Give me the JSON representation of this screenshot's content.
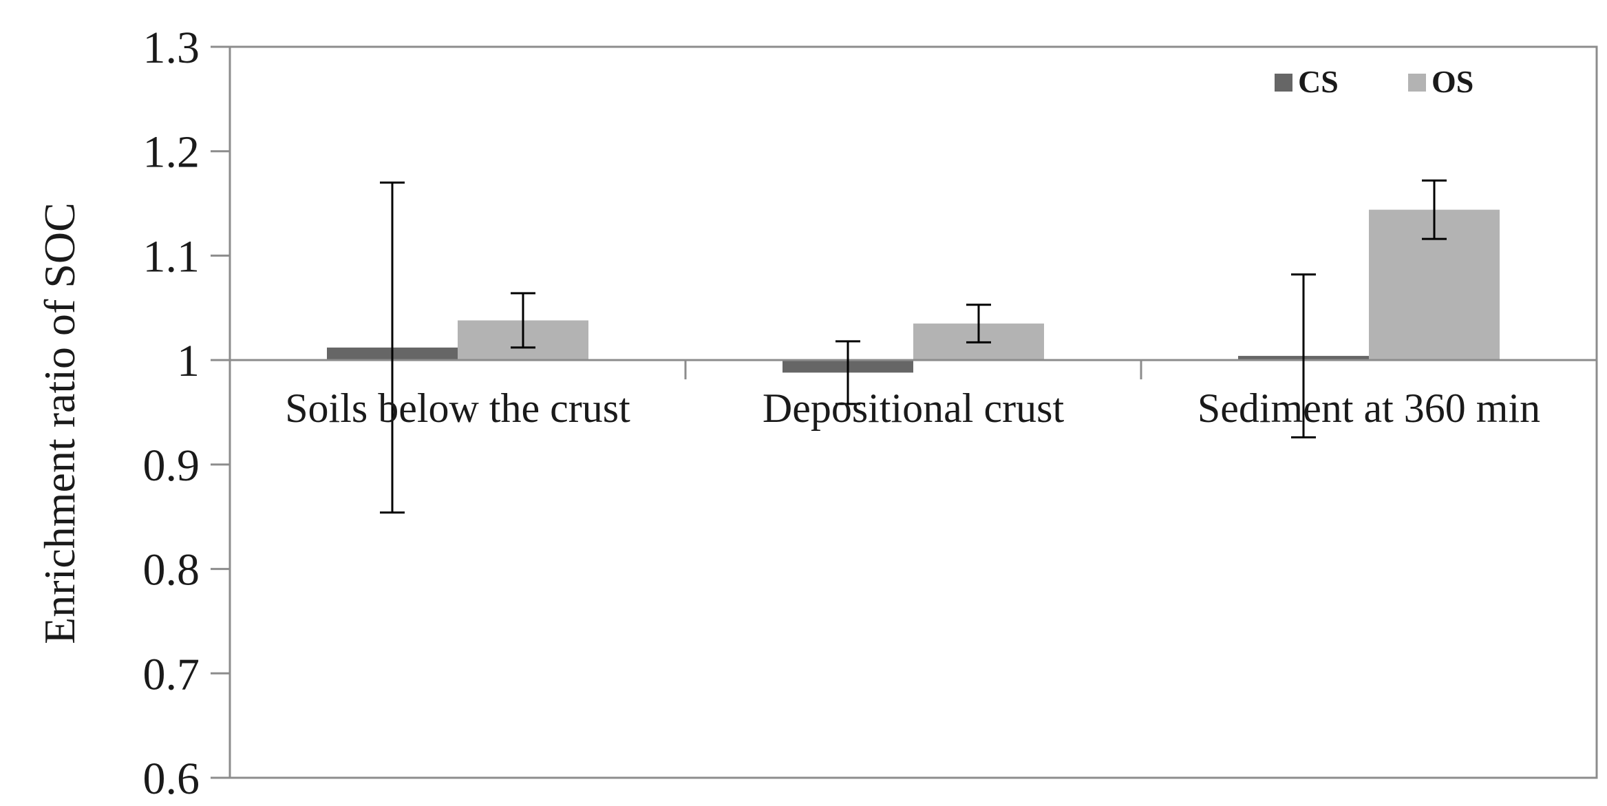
{
  "chart_data": {
    "type": "bar",
    "title": "",
    "xlabel": "",
    "ylabel": "Enrichment ratio of SOC",
    "ylim": [
      0.6,
      1.3
    ],
    "yticks": [
      "1.3",
      "1.2",
      "1.1",
      "1",
      "0.9",
      "0.8",
      "0.7",
      "0.6"
    ],
    "baseline": 1.0,
    "grid": false,
    "legend_position": "top-right",
    "categories": [
      "Soils below the crust",
      "Depositional crust",
      "Sediment at 360 min"
    ],
    "series": [
      {
        "name": "CS",
        "color": "#666666",
        "values": [
          1.012,
          0.988,
          1.004
        ],
        "error": [
          0.158,
          0.03,
          0.078
        ]
      },
      {
        "name": "OS",
        "color": "#b3b3b3",
        "values": [
          1.038,
          1.035,
          1.144
        ],
        "error": [
          0.026,
          0.018,
          0.028
        ]
      }
    ]
  }
}
